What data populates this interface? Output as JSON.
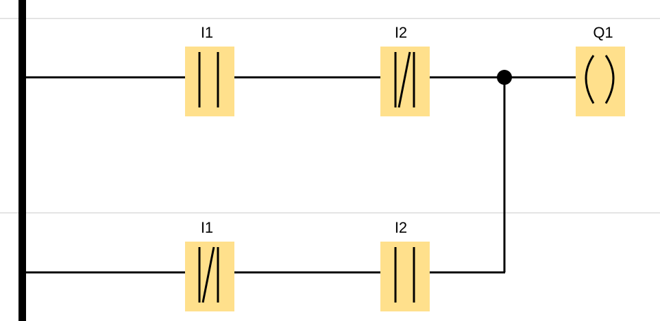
{
  "diagram": {
    "type": "ladder-logic",
    "colors": {
      "element_fill": "#FFE08C",
      "wire": "#000000",
      "grid": "#C8C8C8"
    },
    "rungs": [
      {
        "elements": [
          {
            "kind": "contact-no",
            "label": "I1"
          },
          {
            "kind": "contact-nc",
            "label": "I2"
          },
          {
            "kind": "coil",
            "label": "Q1"
          }
        ]
      },
      {
        "elements": [
          {
            "kind": "contact-nc",
            "label": "I1"
          },
          {
            "kind": "contact-no",
            "label": "I2"
          }
        ]
      }
    ]
  }
}
